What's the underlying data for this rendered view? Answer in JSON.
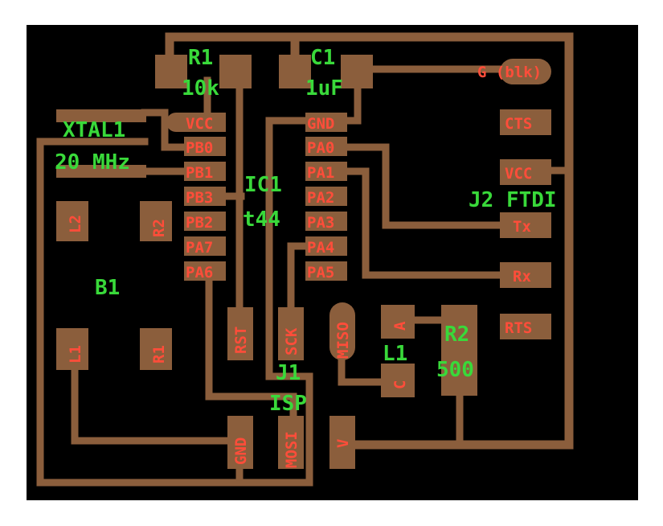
{
  "colors": {
    "background": "#000000",
    "copper": "#8b5e3c",
    "pin_label": "#ff4d3a",
    "ref_label": "#39d93a"
  },
  "components": {
    "r1_ref": "R1",
    "r1_value": "10k",
    "c1_ref": "C1",
    "c1_value": "1uF",
    "xtal_ref": "XTAL1",
    "xtal_value": "20 MHz",
    "ic_ref": "IC1",
    "ic_value": "t44",
    "j2_ref": "J2 FTDI",
    "b1_ref": "B1",
    "l1_ref": "L1",
    "r2_ref": "R2",
    "r2_value": "500",
    "j1_ref": "J1",
    "j1_value": "ISP"
  },
  "ic_pins_left": [
    "VCC",
    "PB0",
    "PB1",
    "PB3",
    "PB2",
    "PA7",
    "PA6"
  ],
  "ic_pins_right": [
    "GND",
    "PA0",
    "PA1",
    "PA2",
    "PA3",
    "PA4",
    "PA5"
  ],
  "ftdi_pins": {
    "gnd": "G (blk)",
    "cts": "CTS",
    "vcc": "VCC",
    "tx": "Tx",
    "rx": "Rx",
    "rts": "RTS"
  },
  "pad_labels": {
    "l2": "L2",
    "r2_small": "R2",
    "l1_left": "L1",
    "r1_small": "R1",
    "rst": "RST",
    "sck": "SCK",
    "miso": "MISO",
    "gnd": "GND",
    "mosi": "MOSI",
    "v": "V",
    "a": "A",
    "c": "C"
  }
}
